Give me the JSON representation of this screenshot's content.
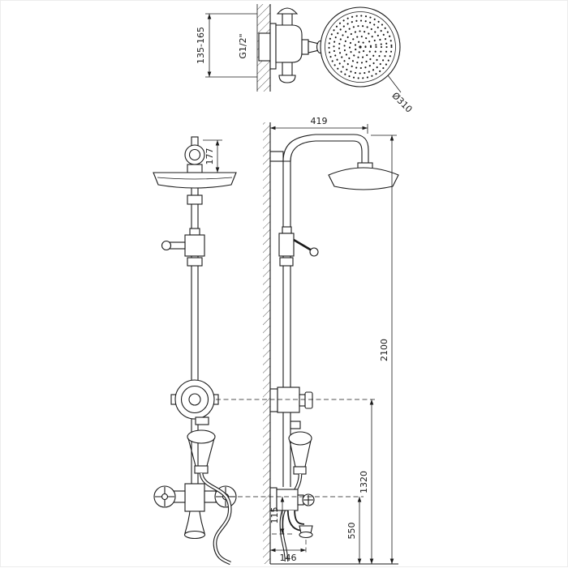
{
  "page": {
    "background": "#ffffff",
    "ink_color": "#1a1a1a",
    "drawing_type": "shower-column-technical-drawing"
  },
  "annotations": {
    "wall_depth_range": "135-165",
    "thread_size": "G1/2\"",
    "head_diameter": "Ø310",
    "arm_projection": "419",
    "head_drop": "177",
    "total_height": "2100",
    "valve_height": "1320",
    "outlet_height": "550",
    "spout_drop": "115",
    "spout_projection": "146"
  }
}
